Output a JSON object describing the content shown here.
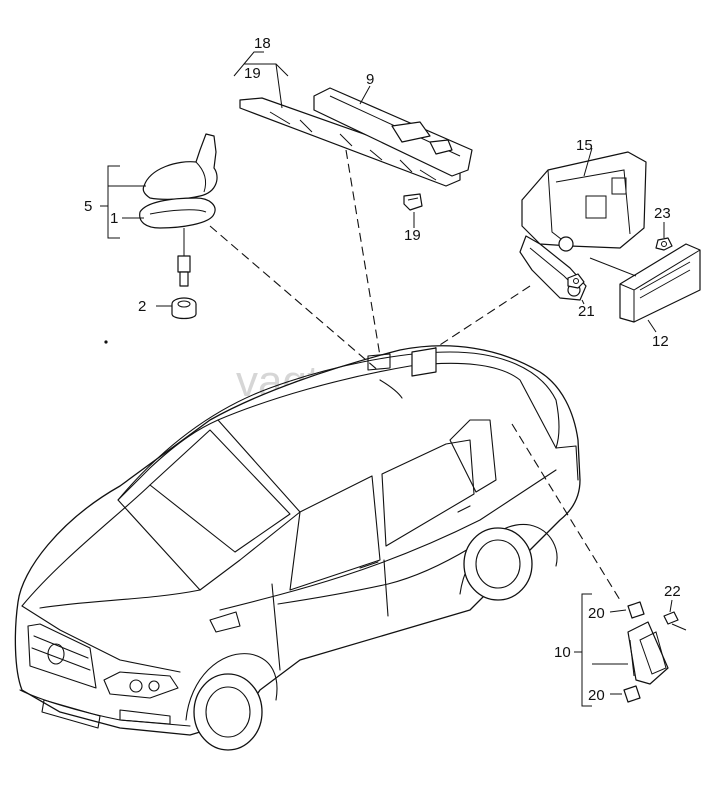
{
  "watermark": "vagtec.ru",
  "callouts": {
    "c18": "18",
    "c19_top": "19",
    "c9": "9",
    "c15": "15",
    "c5": "5",
    "c1": "1",
    "c2": "2",
    "c19_clip": "19",
    "c23": "23",
    "c21": "21",
    "c12": "12",
    "c22": "22",
    "c20_top": "20",
    "c10": "10",
    "c20_bottom": "20"
  },
  "icons": {
    "roof_antenna": "shark-fin-antenna-icon",
    "antenna_base": "antenna-base-icon",
    "antenna_nut": "nut-icon",
    "antenna_cable": "cable-connector-icon",
    "trim_strip": "trim-strip-icon",
    "roof_bracket": "roof-bracket-icon",
    "clip": "clip-icon",
    "bracket": "mounting-bracket-icon",
    "control_unit": "control-unit-icon",
    "nut": "nut-icon",
    "screw": "screw-icon",
    "module": "antenna-module-icon",
    "car": "sedan-car-icon"
  }
}
